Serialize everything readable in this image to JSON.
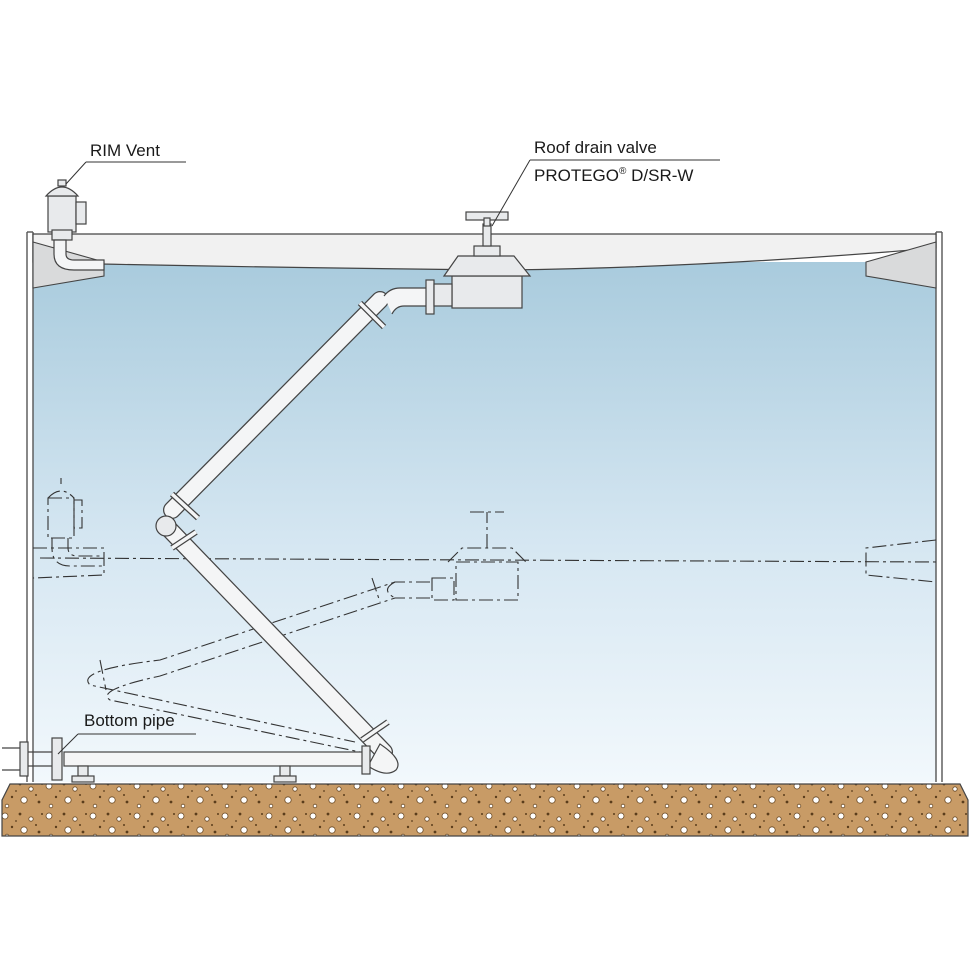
{
  "labels": {
    "rim_vent": "RIM Vent",
    "roof_drain_valve": "Roof drain valve",
    "protego_prefix": "PROTEGO",
    "registered_mark": "®",
    "protego_model": " D/SR-W",
    "bottom_pipe": "Bottom pipe"
  },
  "colors": {
    "liquid_top": "#a9cbdd",
    "liquid_bottom": "#f2f8fc",
    "roof": "#f1f1f1",
    "tank_wall": "#555555",
    "foundation": "#c79a63",
    "pipe_fill": "#f4f5f6",
    "pipe_stroke": "#444444"
  }
}
